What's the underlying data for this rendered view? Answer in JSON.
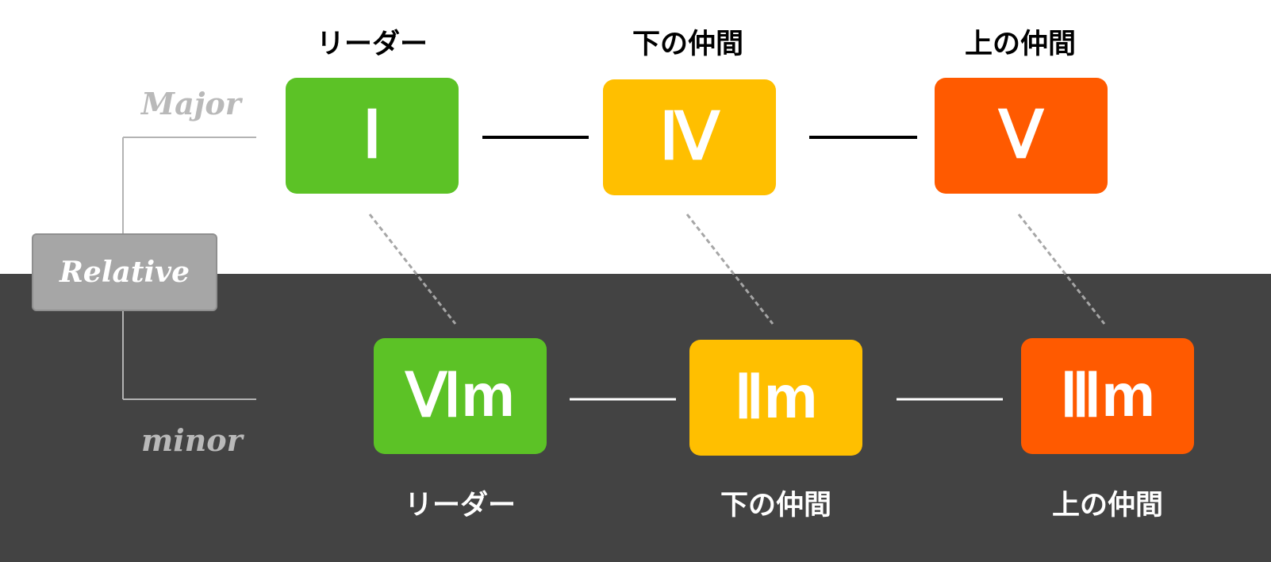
{
  "colors": {
    "leader": "#5cc226",
    "lower": "#ffbf00",
    "upper": "#ff5a00",
    "background_dark": "#434343",
    "relative_box": "#a6a6a6",
    "key_label": "#b9b9b9"
  },
  "major": {
    "key_label": "Major",
    "chords": [
      {
        "symbol": "Ⅰ",
        "role": "リーダー",
        "color": "#5cc226"
      },
      {
        "symbol": "Ⅳ",
        "role": "下の仲間",
        "color": "#ffbf00"
      },
      {
        "symbol": "Ⅴ",
        "role": "上の仲間",
        "color": "#ff5a00"
      }
    ]
  },
  "minor": {
    "key_label": "minor",
    "chords": [
      {
        "symbol": "Ⅵm",
        "role": "リーダー",
        "color": "#5cc226"
      },
      {
        "symbol": "Ⅱm",
        "role": "下の仲間",
        "color": "#ffbf00"
      },
      {
        "symbol": "Ⅲm",
        "role": "上の仲間",
        "color": "#ff5a00"
      }
    ]
  },
  "relative_label": "Relative"
}
